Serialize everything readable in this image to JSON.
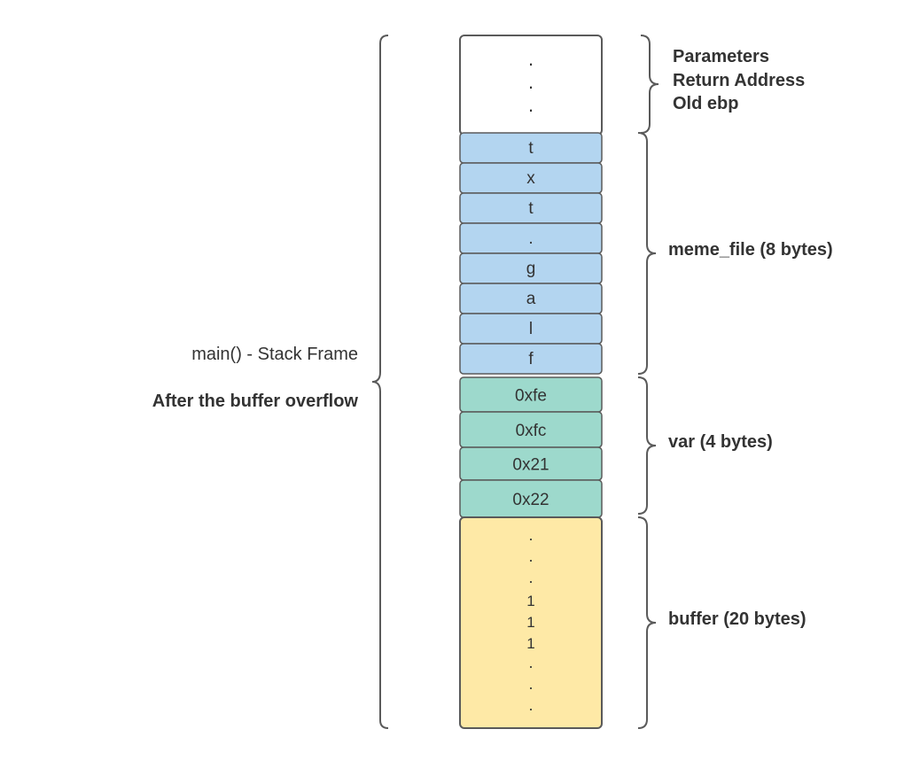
{
  "frame": {
    "title": "main() - Stack Frame",
    "subtitle": "After the buffer overflow"
  },
  "top_region": {
    "contents": [
      ".",
      ".",
      "."
    ],
    "labels": [
      "Parameters",
      "Return Address",
      "Old ebp"
    ]
  },
  "meme_file": {
    "label": "meme_file (8 bytes)",
    "color": "#b3d5f0",
    "cells": [
      "t",
      "x",
      "t",
      ".",
      "g",
      "a",
      "l",
      "f"
    ]
  },
  "var": {
    "label": "var (4 bytes)",
    "color": "#9dd9cc",
    "cells": [
      "0xfe",
      "0xfc",
      "0x21",
      "0x22"
    ]
  },
  "buffer": {
    "label": "buffer (20 bytes)",
    "color": "#fee9a6",
    "contents": [
      ".",
      ".",
      ".",
      "1",
      "1",
      "1",
      ".",
      ".",
      "."
    ]
  },
  "colors": {
    "stroke": "#5a5a5a",
    "text": "#333333"
  }
}
